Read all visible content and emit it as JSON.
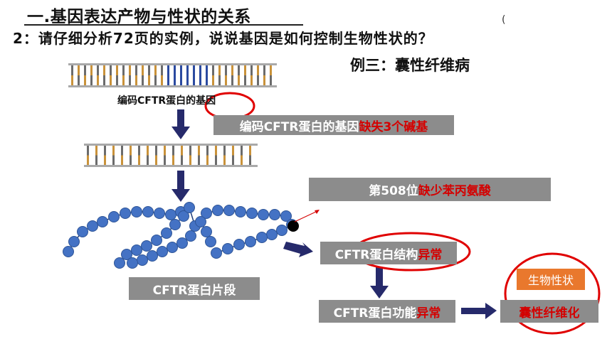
{
  "heading": {
    "title": "一.基因表达产物与性状的关系",
    "subtitle": "2：请仔细分析72页的实例，说说基因是如何控制生物性状的？",
    "paren": "(",
    "example": "例三：囊性纤维病"
  },
  "gene_label": "编码CFTR蛋白的基因",
  "boxes": {
    "deletion_prefix": "编码CFTR蛋白的基因",
    "deletion_highlight": "缺失3个碱基",
    "aa_prefix": "第508位",
    "aa_highlight": "缺少苯丙氨酸",
    "fragment": "CFTR蛋白片段",
    "structure_prefix": "CFTR蛋白结构",
    "structure_highlight": "异常",
    "function_prefix": "CFTR蛋白功能",
    "function_highlight": "异常",
    "trait_label": "生物性状",
    "disease": "囊性纤维化"
  },
  "colors": {
    "box_gray": "#8c8c8c",
    "highlight_red": "#d40000",
    "circle_red": "#e00000",
    "arrow_navy": "#262a6b",
    "bead_blue": "#4472c4",
    "trait_orange": "#e9782d"
  }
}
